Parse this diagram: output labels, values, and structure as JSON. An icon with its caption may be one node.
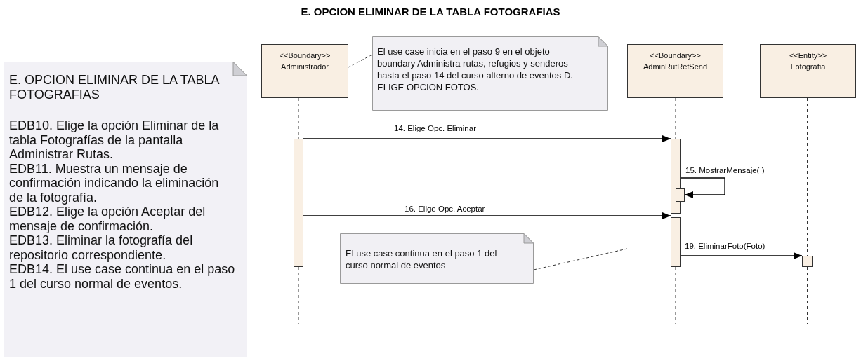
{
  "diagram": {
    "title": "E. OPCION ELIMINAR DE LA TABLA FOTOGRAFIAS",
    "nodes": [
      {
        "text": [
          "E. OPCION ELIMINAR DE LA TABLA FOTOGRAFIAS",
          "EDB10. Elige la opción Eliminar de la tabla Fotografías de la pantalla Administrar Rutas.",
          "EDB11. Muestra un mensaje de confirmación indicando la eliminación de la fotografía.",
          "EDB12. Elige la opción Aceptar del mensaje de confirmación.",
          "EDB13. Eliminar la fotografía del repositorio correspondiente.",
          "EDB14. El use case continua en el paso 1 del curso normal de eventos."
        ]
      },
      {
        "text": [
          "<<Boundary>>",
          "Administrador"
        ]
      },
      {
        "text": [
          "El use case inicia en el paso 9 en el objeto boundary Administra rutas, refugios y senderos hasta el paso 14 del curso alterno de eventos D. ELIGE OPCION FOTOS."
        ]
      },
      {
        "text": [
          "<<Boundary>>",
          "AdminRutRefSend"
        ]
      },
      {
        "text": [
          "<<Entity>>",
          "Fotografia"
        ]
      },
      {
        "text": [],
        "shape": "bar"
      },
      {
        "text": [],
        "shape": "bar"
      },
      {
        "text": [],
        "shape": "bar"
      },
      {
        "text": [],
        "shape": "bar"
      },
      {
        "text": [],
        "shape": "bar"
      },
      {
        "text": [
          "El use case continua en el paso 1 del curso normal de eventos"
        ]
      }
    ],
    "edges": [
      {
        "from": 2,
        "to": 1,
        "arrow": "none",
        "style": "dashed"
      },
      {
        "from": 5,
        "to": 6,
        "arrow": "to",
        "label": "14. Elige Opc. Eliminar"
      },
      {
        "from": 6,
        "to": 7,
        "arrow": "to",
        "label": "15. MostrarMensaje( )"
      },
      {
        "from": 5,
        "to": 8,
        "arrow": "to",
        "label": "16. Elige Opc. Aceptar"
      },
      {
        "from": 8,
        "to": 9,
        "arrow": "to",
        "label": "19. EliminarFoto(Foto)"
      },
      {
        "from": 10,
        "to": null,
        "arrow": "none",
        "style": "dashed"
      },
      {
        "from": 1,
        "to": 5,
        "arrow": "none",
        "style": "dashed"
      },
      {
        "from": 3,
        "to": 6,
        "arrow": "none",
        "style": "dashed"
      },
      {
        "from": 4,
        "to": 9,
        "arrow": "none",
        "style": "dashed"
      },
      {
        "from": 5,
        "to": null,
        "arrow": "none",
        "style": "dashed"
      },
      {
        "from": 8,
        "to": null,
        "arrow": "none",
        "style": "dashed"
      },
      {
        "from": 9,
        "to": null,
        "arrow": "none",
        "style": "dashed"
      }
    ]
  }
}
